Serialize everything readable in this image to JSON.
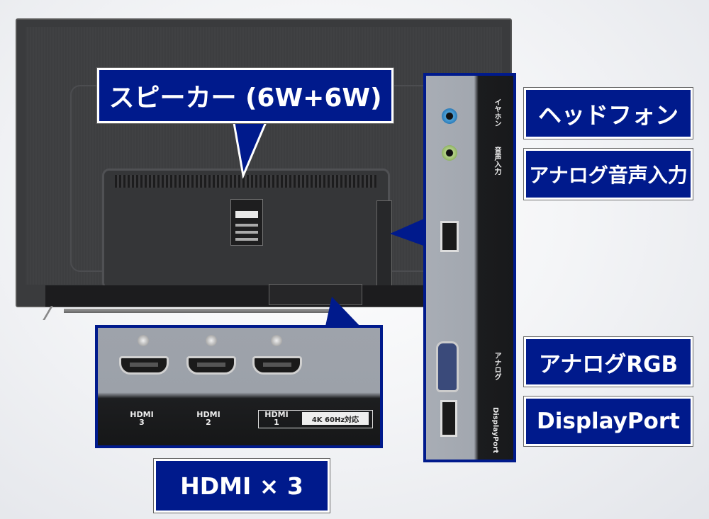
{
  "callouts": {
    "speaker": "スピーカー (6W+6W)",
    "headphone": "ヘッドフォン",
    "analog_audio_in": "アナログ音声入力",
    "analog_rgb": "アナログRGB",
    "displayport": "DisplayPort",
    "hdmi_count": "HDMI × 3"
  },
  "hdmi_panel": {
    "ports": [
      {
        "label_top": "HDMI",
        "label_bottom": "3"
      },
      {
        "label_top": "HDMI",
        "label_bottom": "2"
      },
      {
        "label_top": "HDMI",
        "label_bottom": "1"
      }
    ],
    "badge": "4K 60Hz対応"
  },
  "side_panel": {
    "earphone_label": "イヤホン",
    "audio_in_label": "音声入力",
    "analog_label": "アナログ",
    "dp_label": "DisplayPort"
  },
  "colors": {
    "callout_bg": "#001a8c",
    "callout_text": "#ffffff"
  }
}
